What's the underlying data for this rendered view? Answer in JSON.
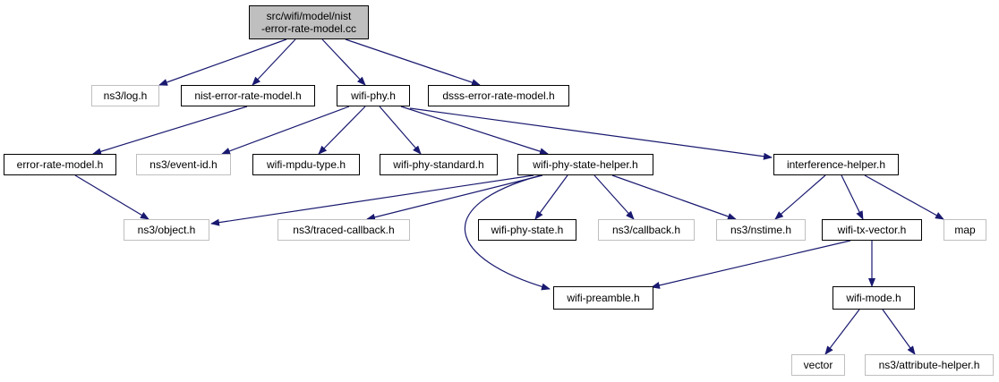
{
  "colors": {
    "edge": "#191970",
    "root_fill": "#bfbfbf",
    "documented_border": "#000000",
    "external_border": "#bfbfbf"
  },
  "nodes": {
    "root": {
      "line1": "src/wifi/model/nist",
      "line2": "-error-rate-model.cc"
    },
    "ns3_log": "ns3/log.h",
    "nist_error_rate_model": "nist-error-rate-model.h",
    "wifi_phy": "wifi-phy.h",
    "dsss_error_rate_model": "dsss-error-rate-model.h",
    "error_rate_model": "error-rate-model.h",
    "ns3_event_id": "ns3/event-id.h",
    "wifi_mpdu_type": "wifi-mpdu-type.h",
    "wifi_phy_standard": "wifi-phy-standard.h",
    "wifi_phy_state_helper": "wifi-phy-state-helper.h",
    "interference_helper": "interference-helper.h",
    "ns3_object": "ns3/object.h",
    "ns3_traced_callback": "ns3/traced-callback.h",
    "wifi_phy_state": "wifi-phy-state.h",
    "ns3_callback": "ns3/callback.h",
    "ns3_nstime": "ns3/nstime.h",
    "wifi_tx_vector": "wifi-tx-vector.h",
    "map": "map",
    "wifi_preamble": "wifi-preamble.h",
    "wifi_mode": "wifi-mode.h",
    "vector": "vector",
    "ns3_attribute_helper": "ns3/attribute-helper.h"
  }
}
